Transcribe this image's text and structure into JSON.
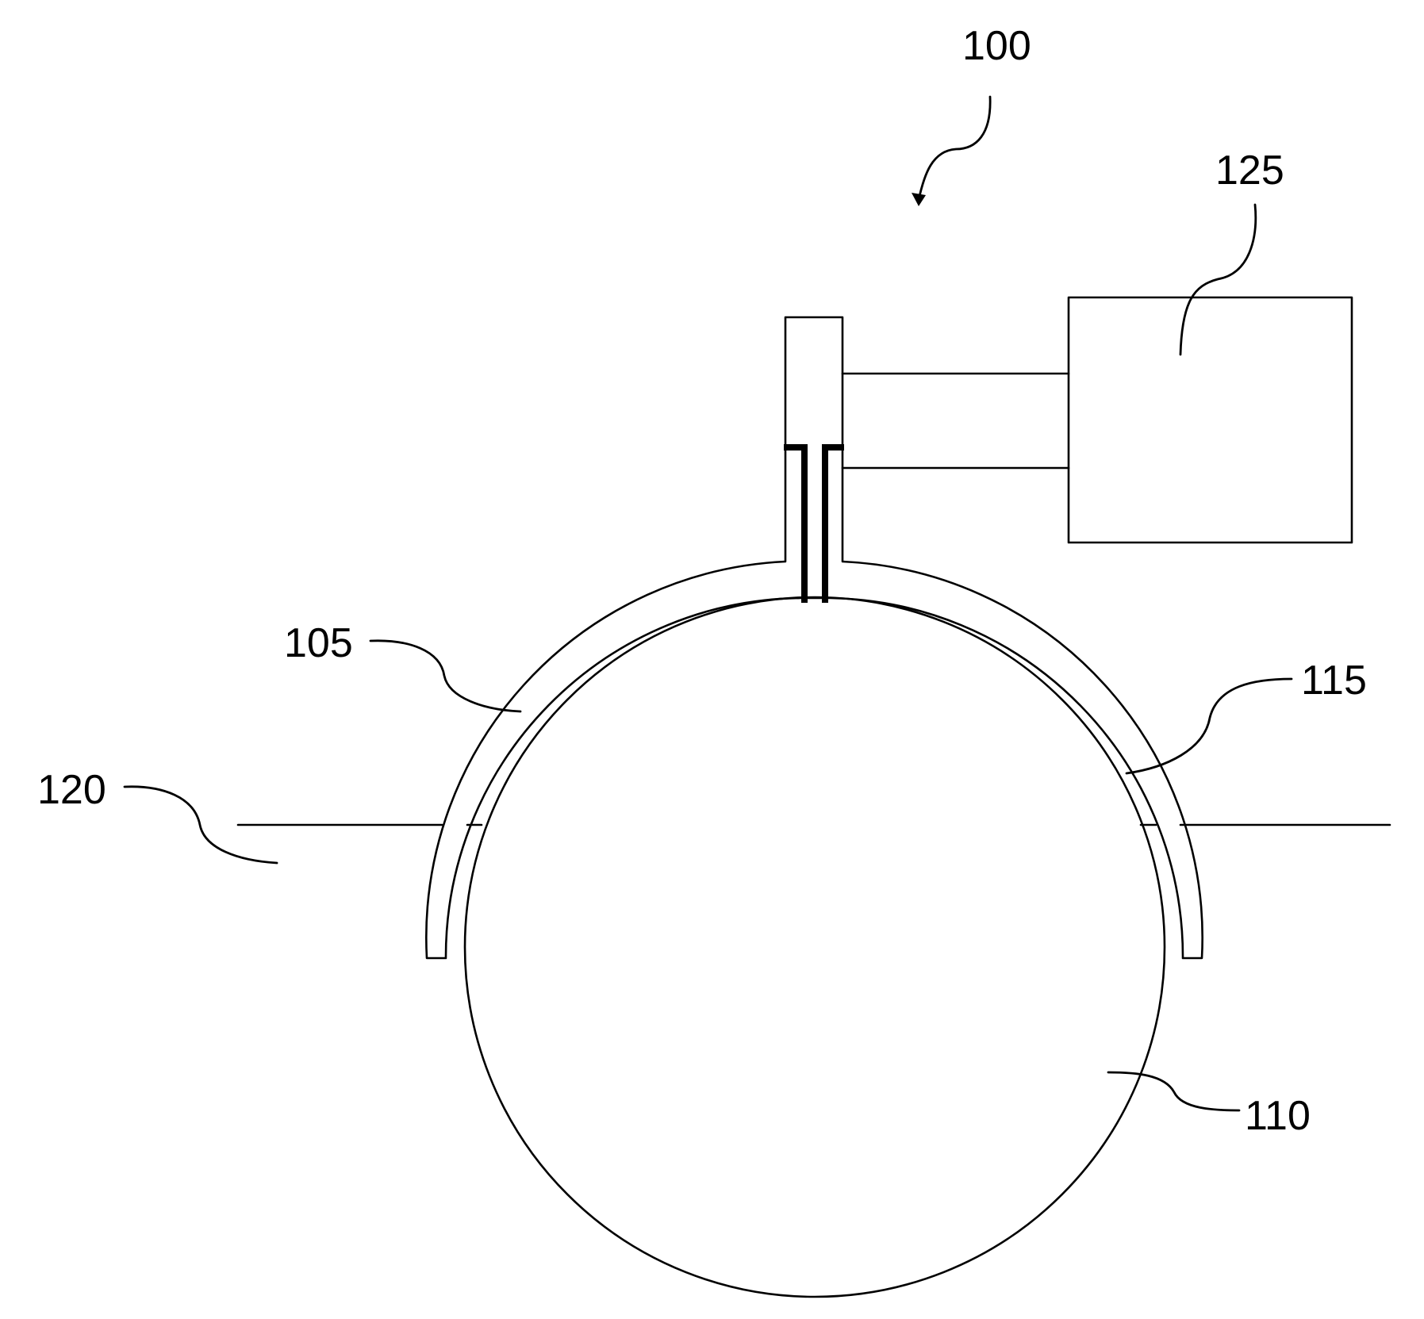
{
  "figure": {
    "labels": {
      "system": "100",
      "cover": "105",
      "vessel": "110",
      "gap": "115",
      "surface": "120",
      "controller": "125"
    },
    "colors": {
      "line": "#000000",
      "background": "#ffffff"
    }
  }
}
